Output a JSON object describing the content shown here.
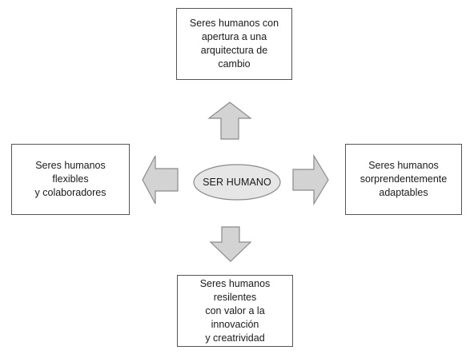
{
  "center": {
    "label": "SER HUMANO"
  },
  "boxes": {
    "top": "Seres humanos con\napertura a una\narquitectura de cambio",
    "left": "Seres humanos\nflexibles\ny colaboradores",
    "right": "Seres humanos\nsorprendentemente\nadaptables",
    "bottom": "Seres humanos resilentes\ncon valor a la innovación\ny creatrividad"
  },
  "colors": {
    "arrow_fill": "#d3d3d3",
    "arrow_stroke": "#8a8a8a",
    "ellipse_fill": "#e6e6e6",
    "box_border": "#555555"
  }
}
